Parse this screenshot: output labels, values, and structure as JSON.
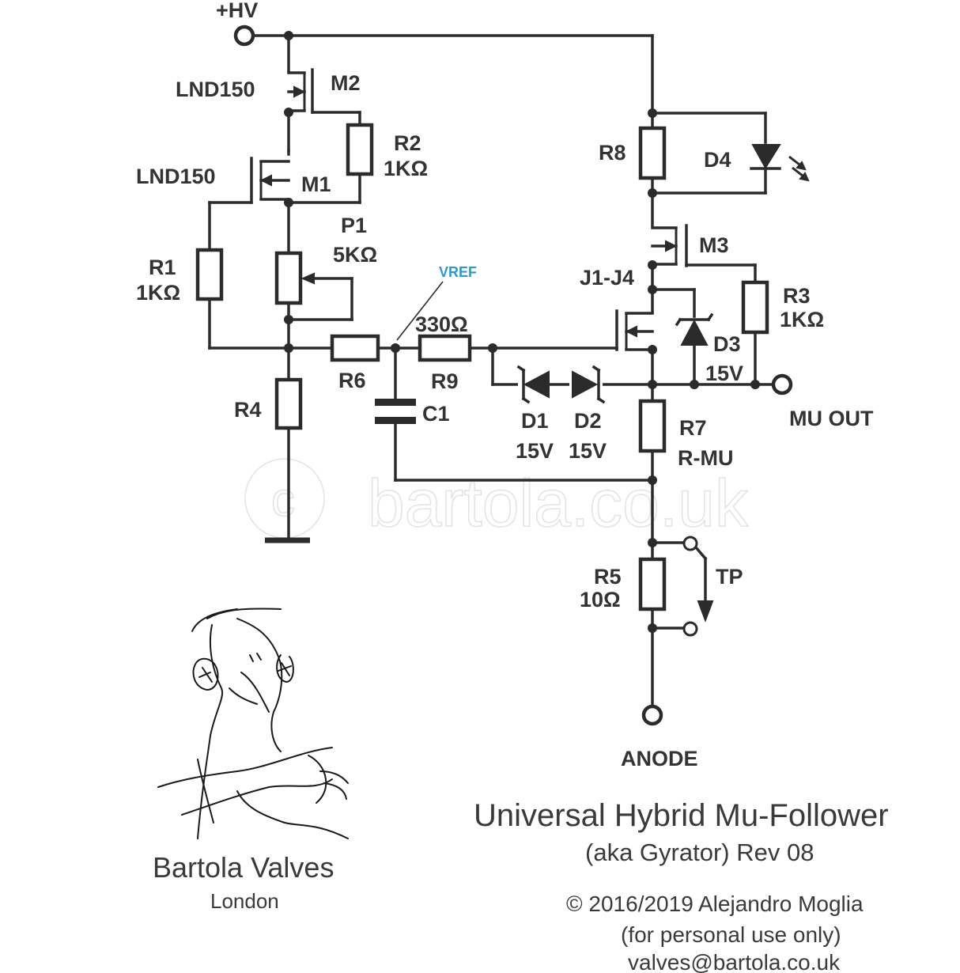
{
  "terminals": {
    "hv": "+HV",
    "mu_out": "MU OUT",
    "anode": "ANODE",
    "test_point": "TP"
  },
  "parts": {
    "m2": {
      "ref": "M2",
      "type": "LND150"
    },
    "m1": {
      "ref": "M1",
      "type": "LND150"
    },
    "m3": {
      "ref": "M3"
    },
    "j": {
      "ref": "J1-J4"
    },
    "r1": {
      "ref": "R1",
      "value": "1KΩ"
    },
    "r2": {
      "ref": "R2",
      "value": "1KΩ"
    },
    "r3": {
      "ref": "R3",
      "value": "1KΩ"
    },
    "r4": {
      "ref": "R4"
    },
    "r5": {
      "ref": "R5",
      "value": "10Ω"
    },
    "r6": {
      "ref": "R6"
    },
    "r7": {
      "ref": "R7",
      "value": "R-MU"
    },
    "r8": {
      "ref": "R8"
    },
    "r9": {
      "ref": "R9",
      "value": "330Ω"
    },
    "p1": {
      "ref": "P1",
      "value": "5KΩ"
    },
    "c1": {
      "ref": "C1"
    },
    "d1": {
      "ref": "D1",
      "value": "15V"
    },
    "d2": {
      "ref": "D2",
      "value": "15V"
    },
    "d3": {
      "ref": "D3",
      "value": "15V"
    },
    "d4": {
      "ref": "D4"
    }
  },
  "net_label": "VREF",
  "watermark": "bartola.co.uk",
  "title": "Universal Hybrid Mu-Follower",
  "subtitle": "(aka Gyrator) Rev 08",
  "copyright": "© 2016/2019 Alejandro Moglia",
  "usage_note": "(for personal use only)",
  "email": "valves@bartola.co.uk",
  "brand": {
    "name": "Bartola Valves",
    "city": "London"
  },
  "colors": {
    "ink": "#2b2b2b",
    "net_label": "#2a9ad4",
    "watermark": "#e4e4e4"
  }
}
